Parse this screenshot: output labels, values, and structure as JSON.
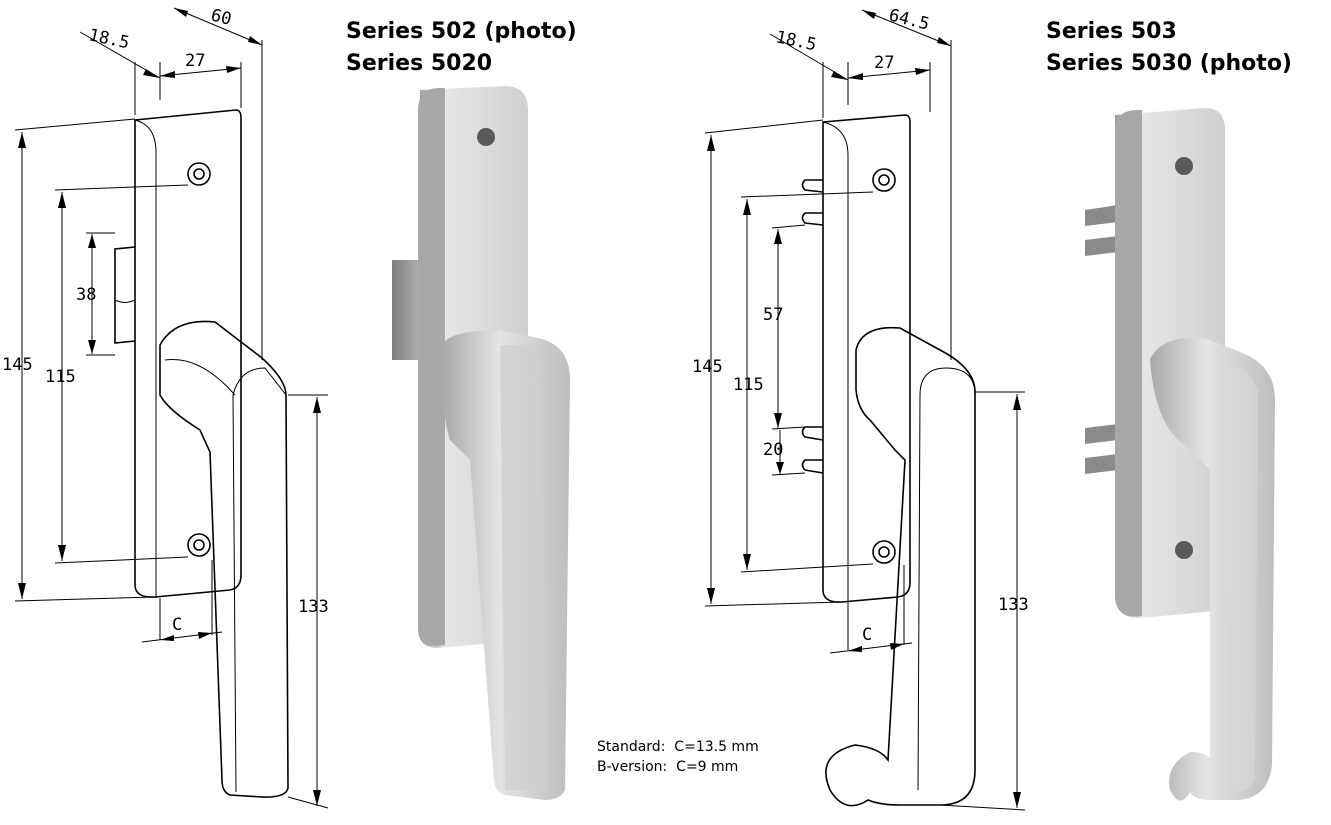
{
  "left_product": {
    "title_line1": "Series 502 (photo)",
    "title_line2": "Series 5020",
    "dims": {
      "width_plate": "18.5",
      "handle_offset": "27",
      "projection": "60",
      "height_total": "145",
      "hole_spacing": "115",
      "bolt": "38",
      "handle_length": "133",
      "c_label": "C"
    }
  },
  "right_product": {
    "title_line1": "Series 503",
    "title_line2": "Series 5030 (photo)",
    "dims": {
      "width_plate": "18.5",
      "handle_offset": "27",
      "projection": "64.5",
      "height_total": "145",
      "hole_spacing": "115",
      "bolt_upper": "57",
      "bolt_lower": "20",
      "handle_length": "133",
      "c_label": "C"
    }
  },
  "notes": {
    "standard": "Standard:  C=13.5 mm",
    "b_version": "B-version:  C=9 mm"
  },
  "colors": {
    "line": "#000000",
    "photo_light": "#dcdcdc",
    "photo_mid": "#b5b5b5",
    "photo_dark": "#8e8e8e"
  }
}
